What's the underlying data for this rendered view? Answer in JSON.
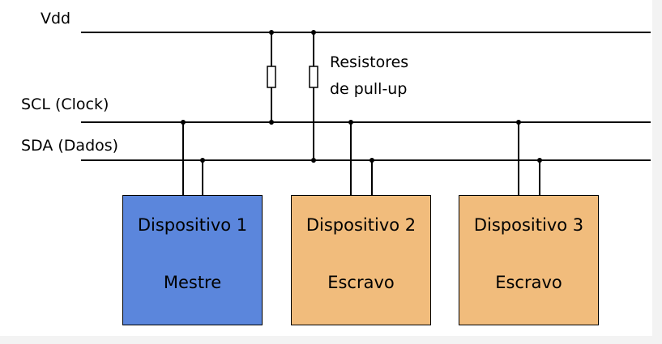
{
  "rails": {
    "vdd": "Vdd",
    "scl": "SCL (Clock)",
    "sda": "SDA (Dados)"
  },
  "resistors_label": {
    "line1": "Resistores",
    "line2": "de pull-up"
  },
  "devices": [
    {
      "name": "Dispositivo 1",
      "role": "Mestre",
      "color": "#5b86dc"
    },
    {
      "name": "Dispositivo 2",
      "role": "Escravo",
      "color": "#f1bc7c"
    },
    {
      "name": "Dispositivo 3",
      "role": "Escravo",
      "color": "#f1bc7c"
    }
  ]
}
